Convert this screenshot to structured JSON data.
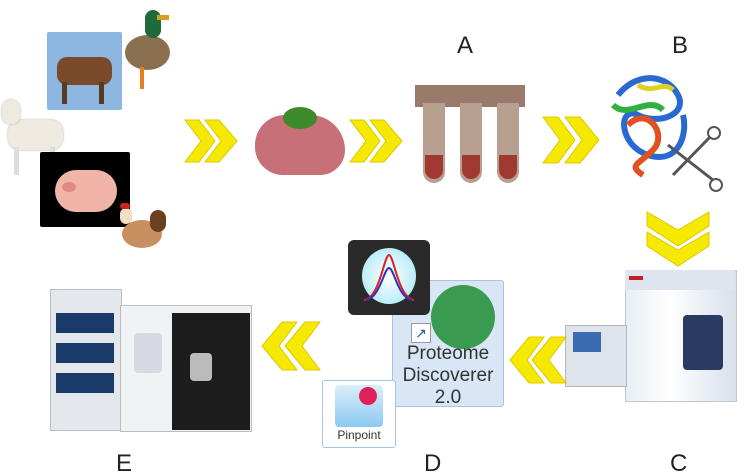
{
  "labels": {
    "a": "A",
    "b": "B",
    "c": "C",
    "d": "D",
    "e": "E"
  },
  "software": {
    "pd_line1": "Proteome",
    "pd_line2": "Discoverer",
    "pd_line3": "2.0",
    "pinpoint": "Pinpoint"
  },
  "colors": {
    "arrow": "#f5e900",
    "arrow_edge": "#e0c800"
  }
}
